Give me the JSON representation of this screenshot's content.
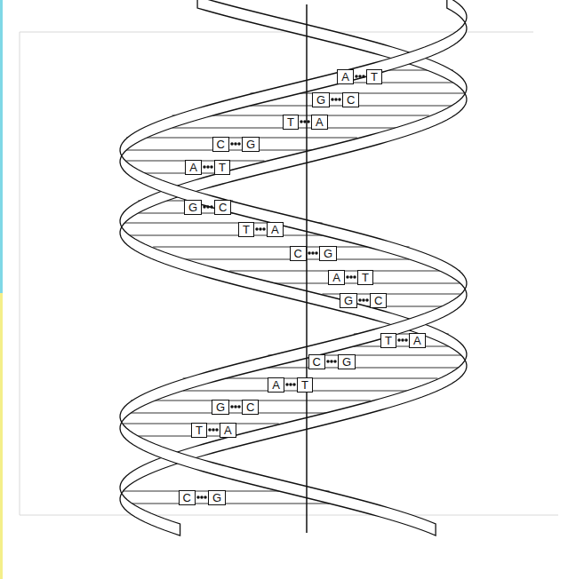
{
  "diagram": {
    "nodes": [
      {
        "text": [
          "A"
        ]
      },
      {
        "text": [
          "T"
        ]
      },
      {
        "text": [
          "G"
        ]
      },
      {
        "text": [
          "C"
        ]
      },
      {
        "text": [
          "T"
        ]
      },
      {
        "text": [
          "A"
        ]
      },
      {
        "text": [
          "C"
        ]
      },
      {
        "text": [
          "G"
        ]
      },
      {
        "text": [
          "A"
        ]
      },
      {
        "text": [
          "T"
        ]
      },
      {
        "text": [
          "G"
        ]
      },
      {
        "text": [
          "C"
        ]
      },
      {
        "text": [
          "T"
        ]
      },
      {
        "text": [
          "A"
        ]
      },
      {
        "text": [
          "C"
        ]
      },
      {
        "text": [
          "G"
        ]
      },
      {
        "text": [
          "A"
        ]
      },
      {
        "text": [
          "T"
        ]
      },
      {
        "text": [
          "G"
        ]
      },
      {
        "text": [
          "C"
        ]
      },
      {
        "text": [
          "T"
        ]
      },
      {
        "text": [
          "A"
        ]
      },
      {
        "text": [
          "C"
        ]
      },
      {
        "text": [
          "G"
        ]
      },
      {
        "text": [
          "A"
        ]
      },
      {
        "text": [
          "T"
        ]
      },
      {
        "text": [
          "G"
        ]
      },
      {
        "text": [
          "C"
        ]
      },
      {
        "text": [
          "T"
        ]
      },
      {
        "text": [
          "A"
        ]
      },
      {
        "text": [
          "C"
        ]
      },
      {
        "text": [
          "G"
        ]
      }
    ],
    "edges": [
      {
        "from": 0,
        "to": 1,
        "arrow": "none"
      },
      {
        "from": 2,
        "to": 3,
        "arrow": "none"
      },
      {
        "from": 4,
        "to": 5,
        "arrow": "none"
      },
      {
        "from": 6,
        "to": 7,
        "arrow": "none"
      },
      {
        "from": 8,
        "to": 9,
        "arrow": "none"
      },
      {
        "from": 10,
        "to": 11,
        "arrow": "none"
      },
      {
        "from": 12,
        "to": 13,
        "arrow": "none"
      },
      {
        "from": 14,
        "to": 15,
        "arrow": "none"
      },
      {
        "from": 16,
        "to": 17,
        "arrow": "none"
      },
      {
        "from": 18,
        "to": 19,
        "arrow": "none"
      },
      {
        "from": 20,
        "to": 21,
        "arrow": "none"
      },
      {
        "from": 22,
        "to": 23,
        "arrow": "none"
      },
      {
        "from": 24,
        "to": 25,
        "arrow": "none"
      },
      {
        "from": 26,
        "to": 27,
        "arrow": "none"
      },
      {
        "from": 28,
        "to": 29,
        "arrow": "none"
      },
      {
        "from": 30,
        "to": 31,
        "arrow": "none"
      }
    ]
  }
}
